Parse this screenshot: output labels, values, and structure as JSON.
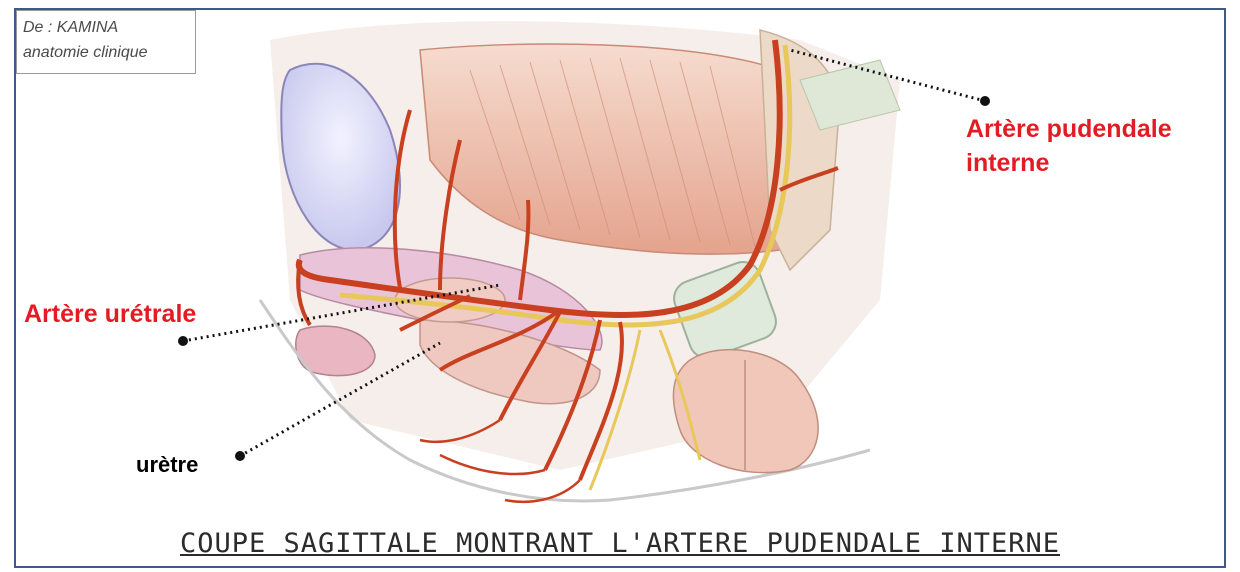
{
  "source": {
    "line1": "De : KAMINA",
    "line2": "anatomie clinique"
  },
  "labels": {
    "pudendal_line1": "Artère pudendale",
    "pudendal_line2": "interne",
    "urethral_artery": "Artère urétrale",
    "urethra": "urètre"
  },
  "caption": "COUPE SAGITTALE MONTRANT L'ARTERE PUDENDALE INTERNE",
  "colors": {
    "frame": "#3b5a8a",
    "label_red": "#e31b23",
    "artery": "#c8401f",
    "nerve": "#e8c85a",
    "muscle": "#e8a98f"
  }
}
